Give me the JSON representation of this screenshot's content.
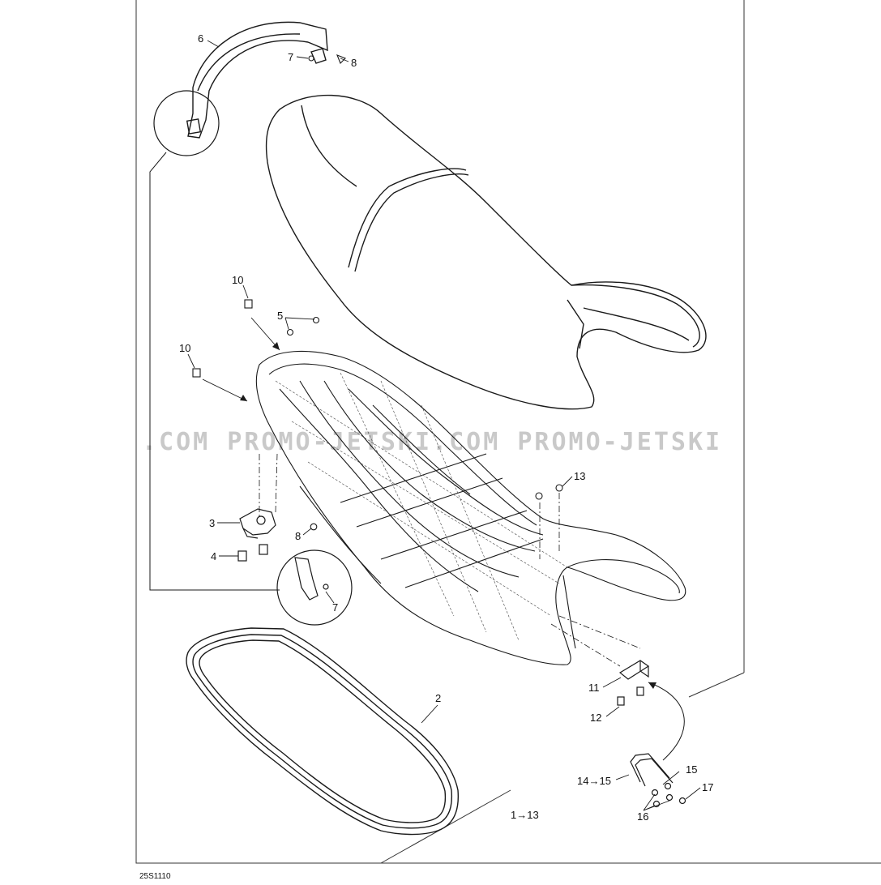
{
  "diagram": {
    "drawing_code": "25S1110",
    "watermark": ".COM   PROMO-JETSKI.COM   PROMO-JETSKI",
    "callouts": {
      "c1": "1→13",
      "c2": "2",
      "c3": "3",
      "c4": "4",
      "c5": "5",
      "c6": "6",
      "c7a": "7",
      "c7b": "7",
      "c8a": "8",
      "c8b": "8",
      "c10a": "10",
      "c10b": "10",
      "c11": "11",
      "c12": "12",
      "c13": "13",
      "c14": "14→15",
      "c15": "15",
      "c16": "16",
      "c17": "17"
    }
  },
  "colors": {
    "line": "#1a1a1a",
    "watermark": "#c9c9c9",
    "background": "#ffffff"
  }
}
